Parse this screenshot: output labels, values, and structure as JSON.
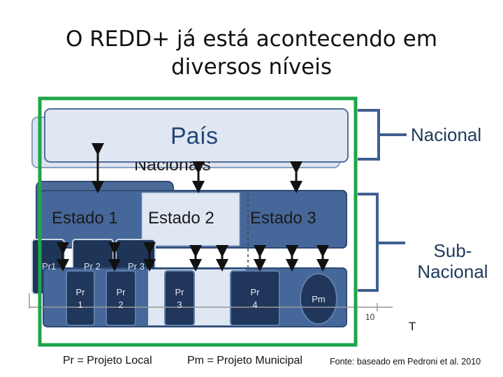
{
  "title": {
    "line1": "O REDD+ já está acontecendo em",
    "line2": "diversos níveis"
  },
  "country": {
    "label": "País",
    "ghost_label": "Nacionais"
  },
  "states": [
    "Estado 1",
    "Estado 2",
    "Estado 3"
  ],
  "back_projects": [
    "Pr1",
    "Pr 2",
    "Pr 3"
  ],
  "projects": [
    {
      "line1": "Pr",
      "line2": "1"
    },
    {
      "line1": "Pr",
      "line2": "2"
    },
    {
      "line1": "Pr",
      "line2": "3"
    },
    {
      "line1": "Pr",
      "line2": "4"
    }
  ],
  "municipal_project": "Pm",
  "levels": {
    "national": "Nacional",
    "subnational_line1": "Sub-",
    "subnational_line2": "Nacional"
  },
  "axis": {
    "tick_label": "10",
    "axis_label": "T"
  },
  "legend": {
    "pr": "Pr = Projeto Local",
    "pm": "Pm = Projeto Municipal"
  },
  "source": "Fonte: baseado em Pedroni et al. 2010",
  "colors": {
    "frame_green": "#1ea64a",
    "dark_blue": "#3f5f8e",
    "light_box": "#dfe7f2",
    "navy": "#20365a"
  }
}
